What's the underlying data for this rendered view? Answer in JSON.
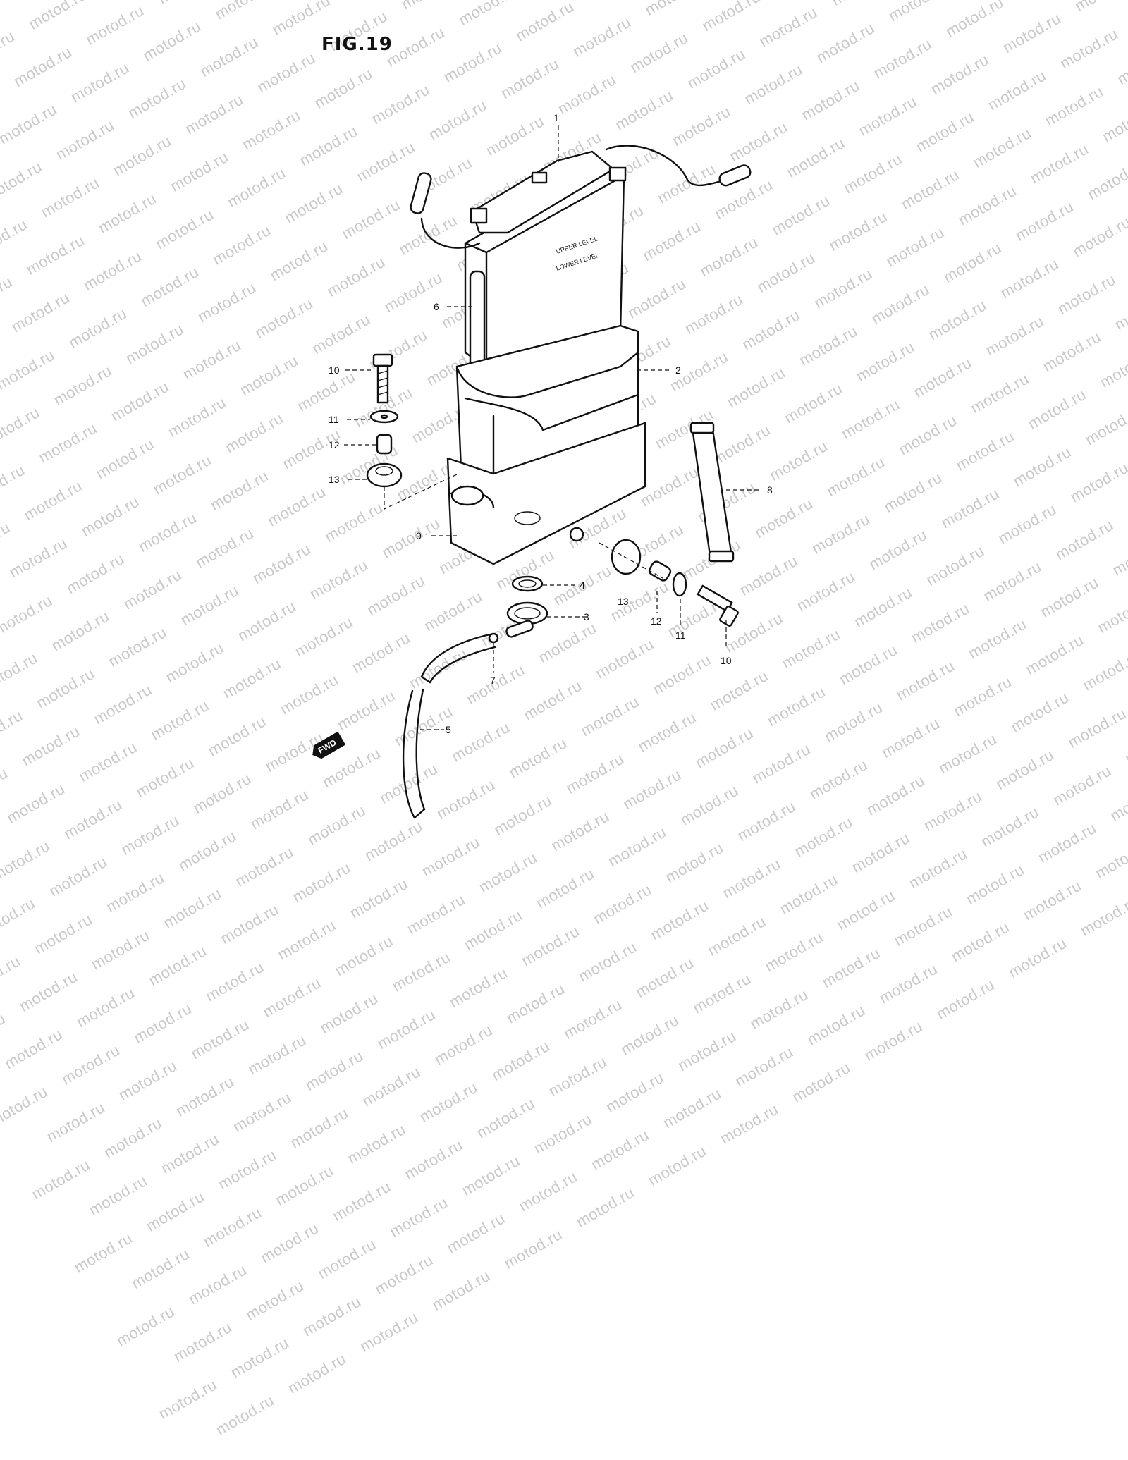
{
  "figure": {
    "title": "FIG.19",
    "watermark": "motod.ru",
    "forward_label": "FWD",
    "battery_side_text": [
      "UPPER LEVEL",
      "LOWER LEVEL"
    ]
  },
  "callouts": [
    {
      "id": "c1",
      "text": "1"
    },
    {
      "id": "c2",
      "text": "2"
    },
    {
      "id": "c3",
      "text": "3"
    },
    {
      "id": "c4",
      "text": "4"
    },
    {
      "id": "c5",
      "text": "5"
    },
    {
      "id": "c6",
      "text": "6"
    },
    {
      "id": "c7",
      "text": "7"
    },
    {
      "id": "c8",
      "text": "8"
    },
    {
      "id": "c9",
      "text": "9"
    },
    {
      "id": "c10a",
      "text": "10"
    },
    {
      "id": "c11a",
      "text": "11"
    },
    {
      "id": "c12a",
      "text": "12"
    },
    {
      "id": "c13a",
      "text": "13"
    },
    {
      "id": "c13b",
      "text": "13"
    },
    {
      "id": "c12b",
      "text": "12"
    },
    {
      "id": "c11b",
      "text": "11"
    },
    {
      "id": "c10b",
      "text": "10"
    }
  ]
}
